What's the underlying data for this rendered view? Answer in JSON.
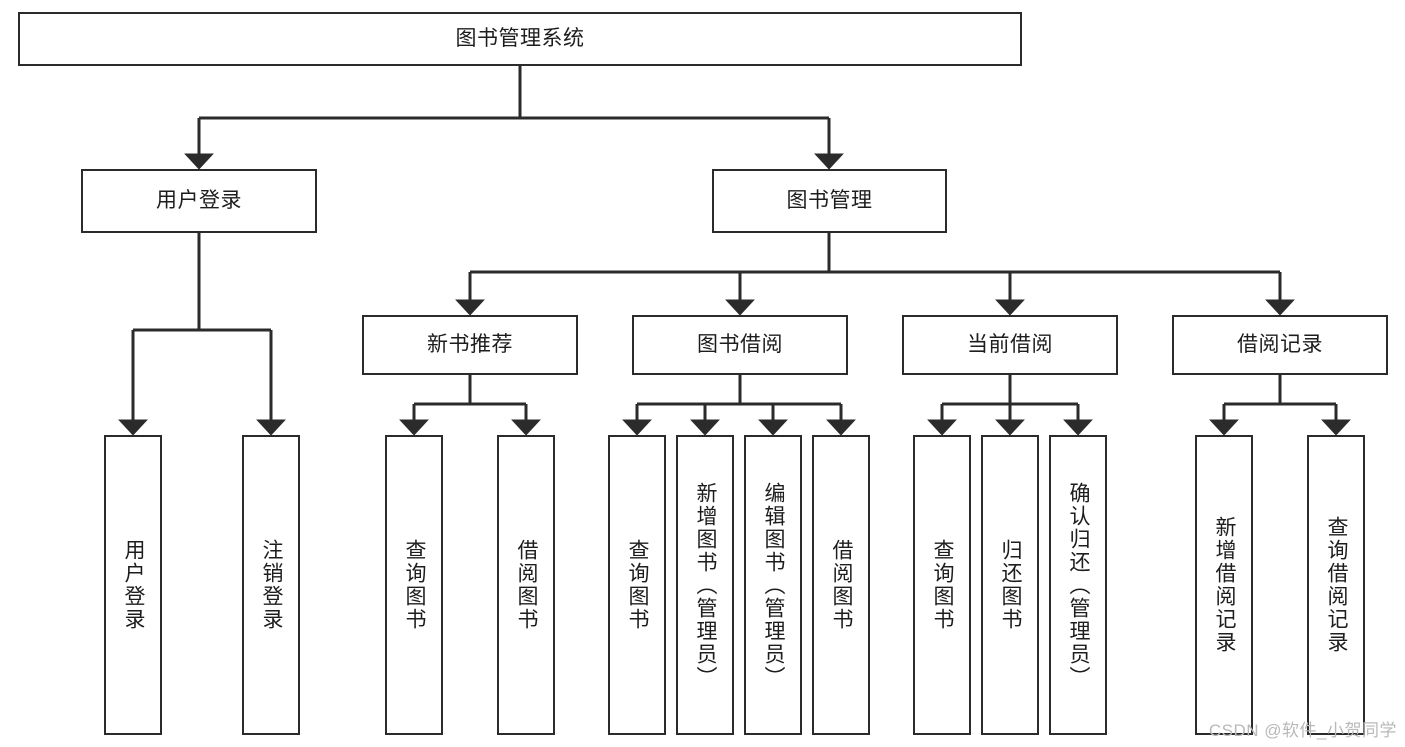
{
  "diagram": {
    "type": "tree-hierarchy",
    "title": "图书管理系统",
    "orientation": "top-down",
    "colors": {
      "stroke": "#2b2b2b",
      "fill": "#ffffff",
      "text": "#1d1d1d",
      "watermark": "#b9b9b9"
    },
    "root": {
      "label": "图书管理系统"
    },
    "level2": [
      {
        "id": "user-login",
        "label": "用户登录"
      },
      {
        "id": "book-manage",
        "label": "图书管理"
      }
    ],
    "level3": [
      {
        "id": "new-book-recommend",
        "label": "新书推荐"
      },
      {
        "id": "book-borrow",
        "label": "图书借阅"
      },
      {
        "id": "current-borrow",
        "label": "当前借阅"
      },
      {
        "id": "borrow-record",
        "label": "借阅记录"
      }
    ],
    "leaves": {
      "user_login": [
        {
          "id": "leaf-user-login",
          "label": "用户登录"
        },
        {
          "id": "leaf-logout-login",
          "label": "注销登录"
        }
      ],
      "new_book_recommend": [
        {
          "id": "leaf-query-book-1",
          "label": "查询图书"
        },
        {
          "id": "leaf-borrow-book-1",
          "label": "借阅图书"
        }
      ],
      "book_borrow": [
        {
          "id": "leaf-query-book-2",
          "label": "查询图书"
        },
        {
          "id": "leaf-add-book",
          "label": "新增图书（管理员）"
        },
        {
          "id": "leaf-edit-book",
          "label": "编辑图书（管理员）"
        },
        {
          "id": "leaf-borrow-book-2",
          "label": "借阅图书"
        }
      ],
      "current_borrow": [
        {
          "id": "leaf-query-book-3",
          "label": "查询图书"
        },
        {
          "id": "leaf-return-book",
          "label": "归还图书"
        },
        {
          "id": "leaf-confirm-return",
          "label": "确认归还（管理员）"
        }
      ],
      "borrow_record": [
        {
          "id": "leaf-add-record",
          "label": "新增借阅记录"
        },
        {
          "id": "leaf-query-record",
          "label": "查询借阅记录"
        }
      ]
    }
  },
  "watermark": {
    "text": "CSDN @软件_小贺同学"
  }
}
